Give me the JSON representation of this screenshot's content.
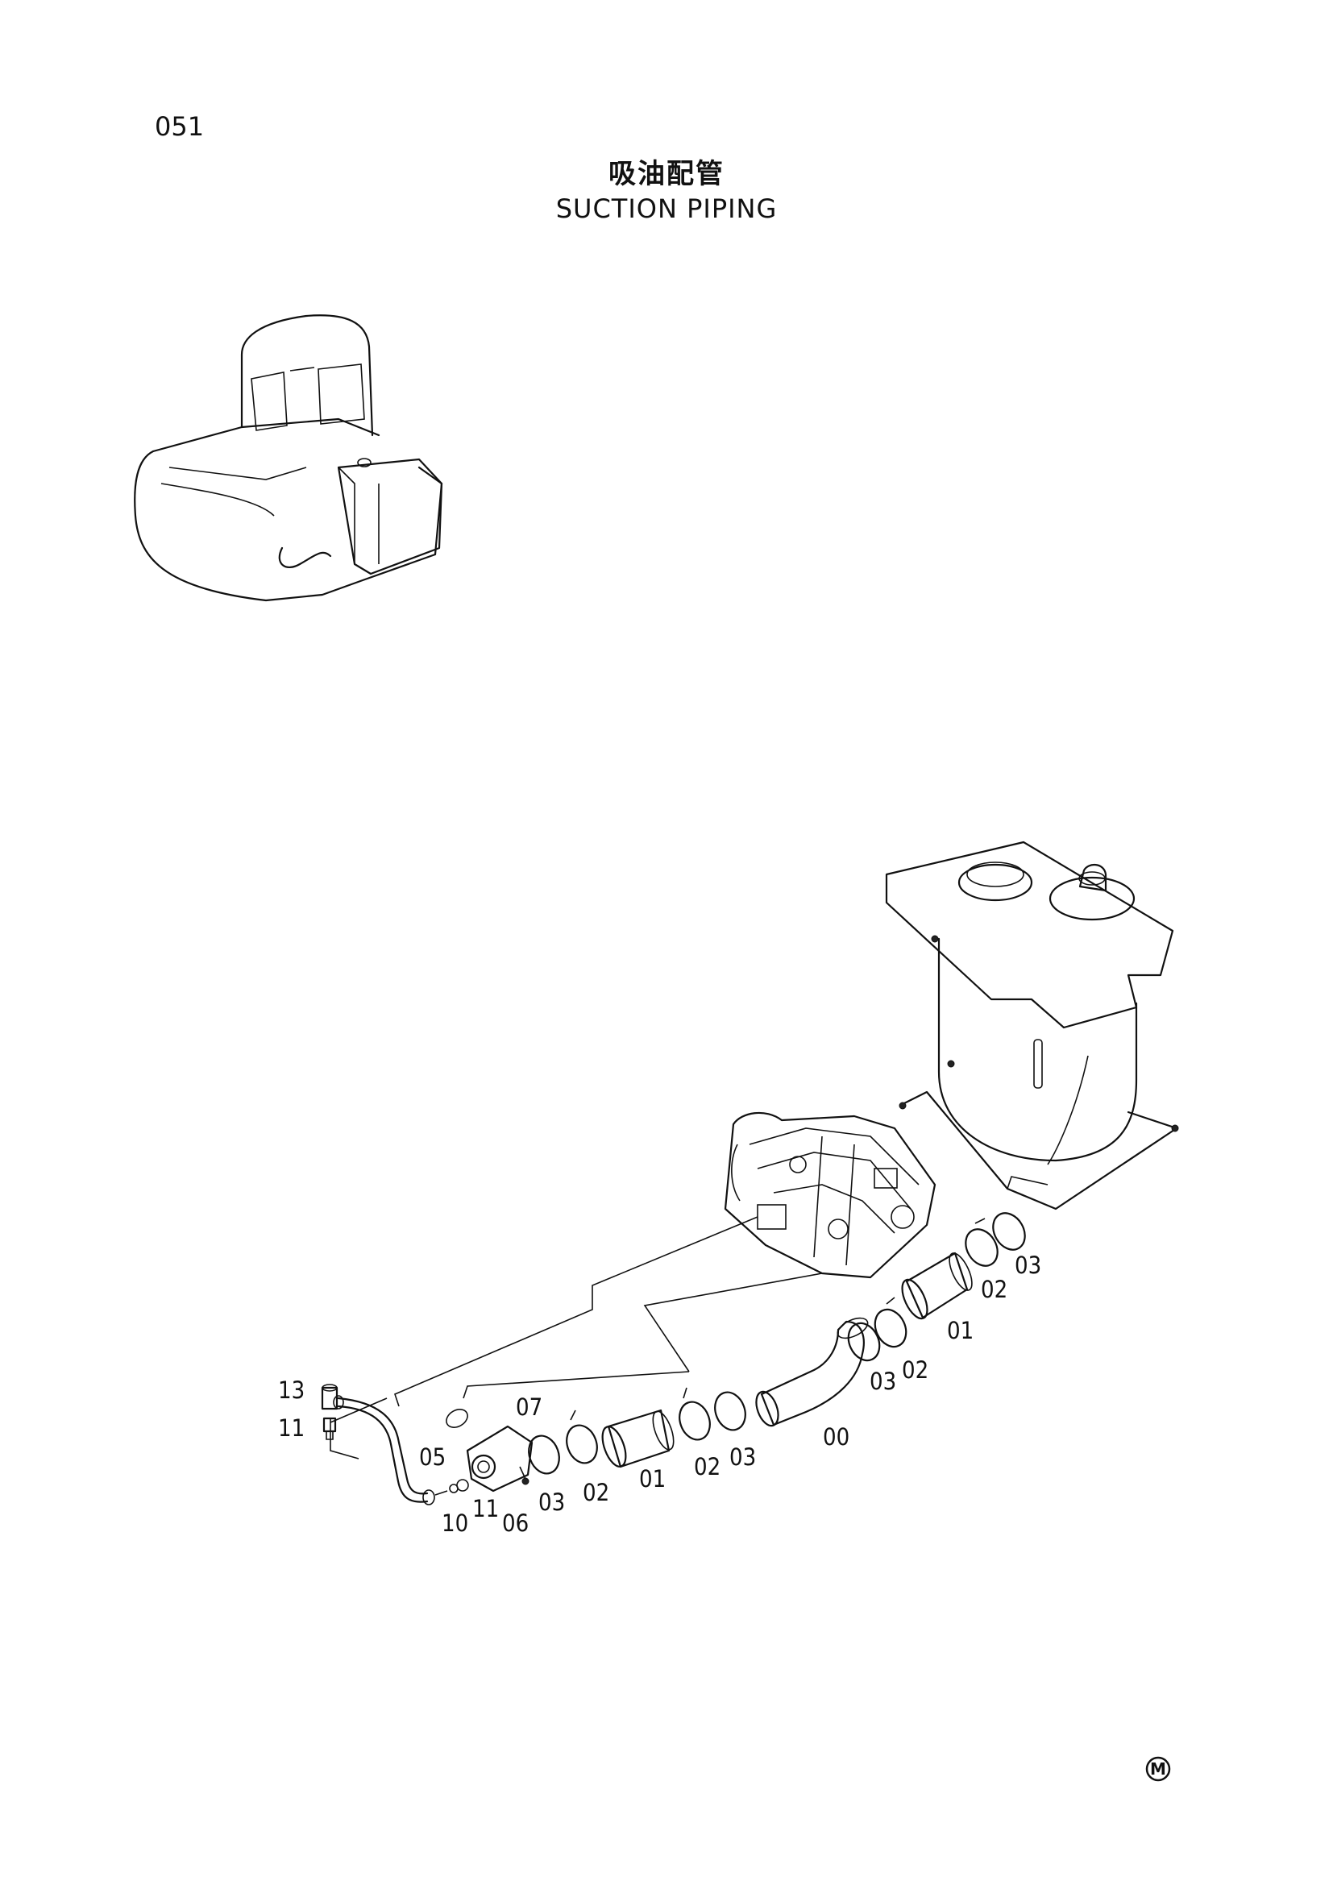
{
  "page_number": "051",
  "title_ja": "吸油配管",
  "title_en": "SUCTION  PIPING",
  "callouts": {
    "c13": "13",
    "c11a": "11",
    "c05": "05",
    "c07": "07",
    "c10": "10",
    "c11b": "11",
    "c06": "06",
    "c03a": "03",
    "c02a": "02",
    "c01a": "01",
    "c02b": "02",
    "c03b": "03",
    "c00": "00",
    "c03c": "03",
    "c02c": "02",
    "c01b": "01",
    "c02d": "02",
    "c03d": "03"
  },
  "mark": "M"
}
